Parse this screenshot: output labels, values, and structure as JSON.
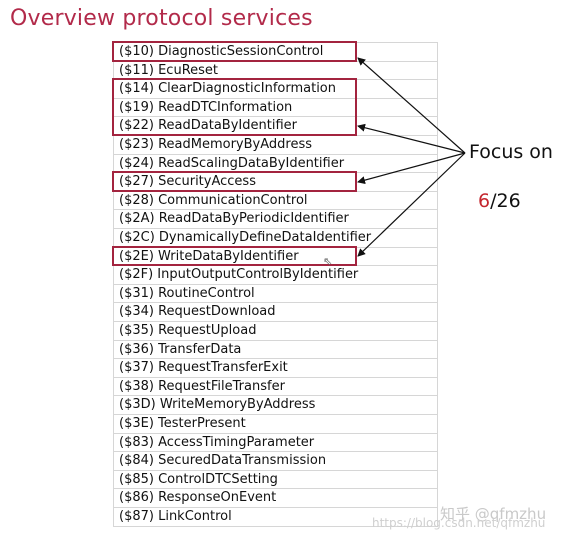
{
  "title": "Overview protocol services",
  "services": [
    "($10) DiagnosticSessionControl",
    "($11) EcuReset",
    "($14) ClearDiagnosticInformation",
    "($19) ReadDTCInformation",
    "($22) ReadDataByIdentifier",
    "($23) ReadMemoryByAddress",
    "($24) ReadScalingDataByIdentifier",
    "($27) SecurityAccess",
    "($28) CommunicationControl",
    "($2A) ReadDataByPeriodicIdentifier",
    "($2C) DynamicallyDefineDataIdentifier",
    "($2E) WriteDataByIdentifier",
    "($2F) InputOutputControlByIdentifier",
    "($31) RoutineControl",
    "($34) RequestDownload",
    "($35) RequestUpload",
    "($36) TransferData",
    "($37) RequestTransferExit",
    "($38) RequestFileTransfer",
    "($3D) WriteMemoryByAddress",
    "($3E) TesterPresent",
    "($83) AccessTimingParameter",
    "($84) SecuredDataTransmission",
    "($85) ControlDTCSetting",
    "($86) ResponseOnEvent",
    "($87) LinkControl"
  ],
  "highlighted_groups": [
    [
      "($10) DiagnosticSessionControl"
    ],
    [
      "($14) ClearDiagnosticInformation",
      "($19) ReadDTCInformation",
      "($22) ReadDataByIdentifier"
    ],
    [
      "($27) SecurityAccess"
    ],
    [
      "($2E) WriteDataByIdentifier"
    ]
  ],
  "focus": {
    "label": "Focus on",
    "count_highlight": "6",
    "count_rest": "/26"
  },
  "watermark": {
    "text": "知乎 @qfmzhu",
    "url_text": "https://blog.csdn.net/qfmzhu"
  },
  "colors": {
    "title": "#b22a4a",
    "highlight_box": "#a3243f",
    "count_highlight": "#c4262e"
  }
}
